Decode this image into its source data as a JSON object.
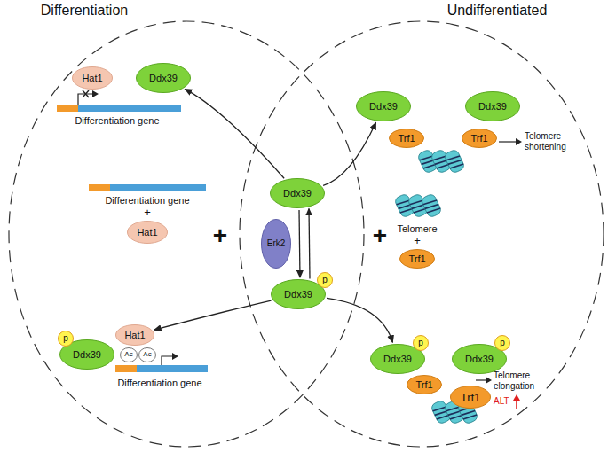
{
  "diagram": {
    "nodes": [
      {
        "text": [
          "Hat1"
        ]
      },
      {
        "text": [
          "Ddx39"
        ]
      },
      {
        "text": [
          "Hat1"
        ]
      },
      {
        "text": [
          "Ddx39"
        ]
      },
      {
        "text": [
          "p"
        ]
      },
      {
        "text": [
          "Hat1"
        ]
      },
      {
        "text": [
          "Ac"
        ]
      },
      {
        "text": [
          "Ac"
        ]
      },
      {
        "text": [
          "Ddx39"
        ]
      },
      {
        "text": [
          "Erk2"
        ]
      },
      {
        "text": [
          "Ddx39"
        ]
      },
      {
        "text": [
          "p"
        ]
      },
      {
        "text": [
          "Ddx39"
        ]
      },
      {
        "text": [
          "Trf1"
        ]
      },
      {
        "text": [
          "Ddx39"
        ]
      },
      {
        "text": [
          "Trf1"
        ]
      },
      {
        "text": [
          "Trf1"
        ]
      },
      {
        "text": [
          "Ddx39"
        ]
      },
      {
        "text": [
          "p"
        ]
      },
      {
        "text": [
          "Ddx39"
        ]
      },
      {
        "text": [
          "p"
        ]
      },
      {
        "text": [
          "Trf1"
        ]
      },
      {
        "text": [
          "Trf1"
        ]
      }
    ],
    "edges": [
      {
        "from": 8,
        "to": 1,
        "arrow": "to"
      },
      {
        "from": 8,
        "to": 12,
        "arrow": "to"
      },
      {
        "from": 10,
        "to": 5,
        "arrow": "to"
      },
      {
        "from": 10,
        "to": 17,
        "arrow": "to"
      },
      {
        "from": 8,
        "to": 10,
        "arrow": "to"
      },
      {
        "from": 10,
        "to": 8,
        "arrow": "to"
      }
    ],
    "labels": [
      "Differentiation",
      "Undifferentiated",
      "Differentiation gene",
      "Differentiation gene",
      "+",
      "+",
      "Differentiation gene",
      "+",
      "Telomere",
      "+",
      "Telomere shortening",
      "Telomere elongation",
      "ALT"
    ]
  }
}
